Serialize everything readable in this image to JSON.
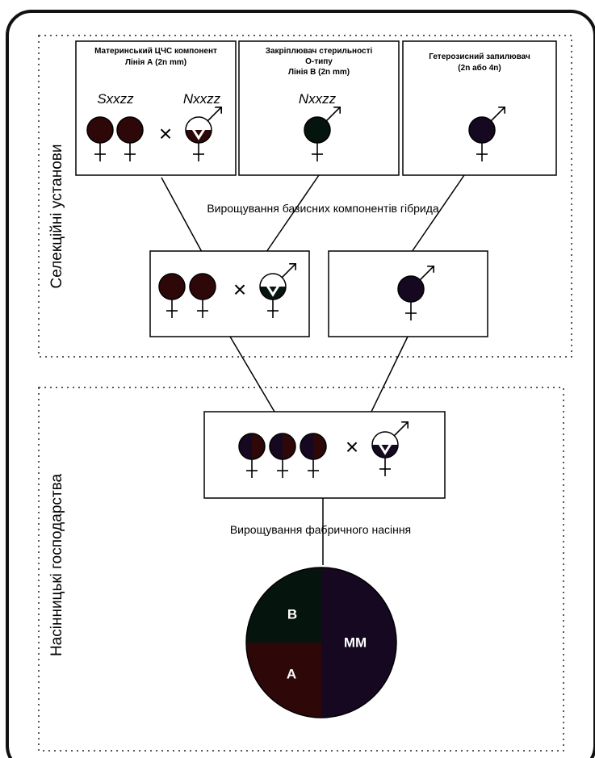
{
  "side_labels": {
    "top": "Селекційні установи",
    "bottom": "Насінницькі господарства"
  },
  "boxes": {
    "maternal": {
      "title_lines": [
        "Материнський ЦЧС компонент",
        "Лінія А (2n mm)"
      ],
      "genotype_left": "Sxxzz",
      "genotype_right": "Nxxzz"
    },
    "maintainer": {
      "title_lines": [
        "Закріплювач стерильності",
        "О-типу",
        "Лінія В (2n mm)"
      ],
      "genotype": "Nxxzz"
    },
    "pollinator": {
      "title_lines": [
        "Гетерозисний запилювач",
        "(2n або 4n)"
      ]
    }
  },
  "labels": {
    "basic_components": "Вирощування базисних компонентів гібрида",
    "factory_seeds": "Вирощування фабричного насіння",
    "cross_symbol": "×"
  },
  "pie": {
    "segments": [
      {
        "label": "MM",
        "share": 0.5,
        "color": "#150820"
      },
      {
        "label": "B",
        "share": 0.25,
        "color": "#06140e"
      },
      {
        "label": "A",
        "share": 0.25,
        "color": "#2e0808"
      }
    ]
  },
  "colors": {
    "maroon": "#2e0808",
    "dark_green": "#06140e",
    "navy": "#150820",
    "frame": "#111111"
  }
}
